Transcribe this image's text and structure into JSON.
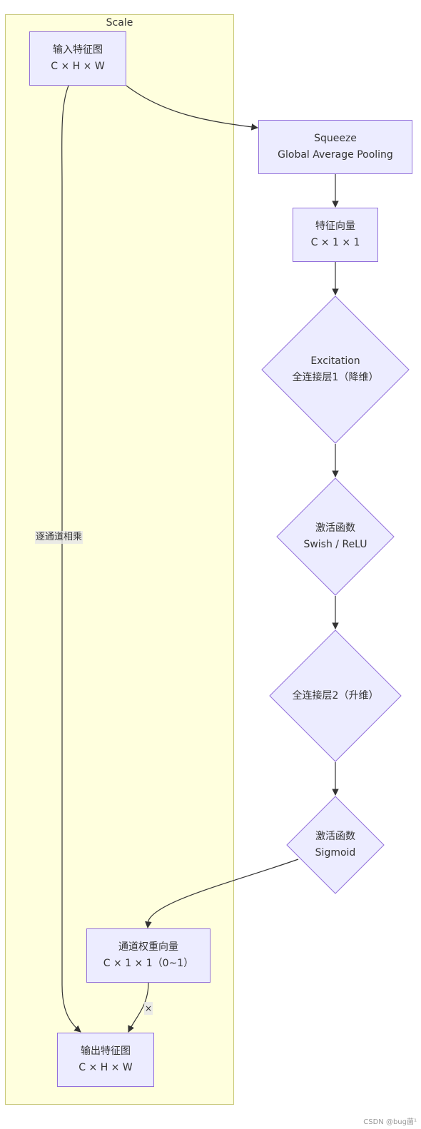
{
  "cluster": {
    "title": "Scale"
  },
  "nodes": {
    "input": {
      "line1": "输入特征图",
      "line2": "C × H × W"
    },
    "squeeze": {
      "line1": "Squeeze",
      "line2": "Global Average Pooling"
    },
    "vector": {
      "line1": "特征向量",
      "line2": "C × 1 × 1"
    },
    "excitation": {
      "line1": "Excitation",
      "line2": "全连接层1（降维）"
    },
    "act1": {
      "line1": "激活函数",
      "line2": "Swish / ReLU"
    },
    "fc2": {
      "line1": "全连接层2（升维）"
    },
    "act2": {
      "line1": "激活函数",
      "line2": "Sigmoid"
    },
    "weights": {
      "line1": "通道权重向量",
      "line2": "C × 1 × 1（0~1）"
    },
    "output": {
      "line1": "输出特征图",
      "line2": "C × H × W"
    }
  },
  "edge_labels": {
    "channel_multiply": "逐通道相乘",
    "times": "×"
  },
  "footer": {
    "watermark": "CSDN @bug菌¹"
  },
  "colors": {
    "node_fill": "#ececff",
    "node_stroke": "#9370db",
    "cluster_fill": "#ffffde",
    "edge": "#333333"
  }
}
